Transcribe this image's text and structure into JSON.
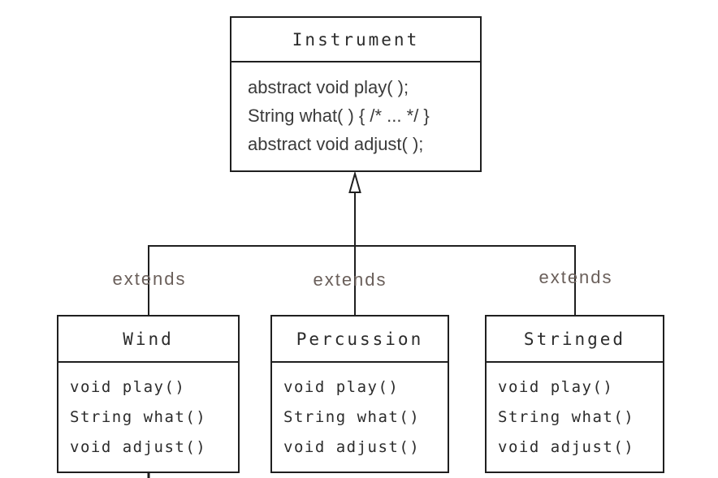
{
  "parent_class": {
    "name": "Instrument",
    "methods": [
      "abstract void play( );",
      "String what( ) { /* ... */ }",
      "abstract void adjust( );"
    ]
  },
  "inheritance_label": "extends",
  "child_classes": [
    {
      "name": "Wind",
      "methods": [
        "void play()",
        "String what()",
        "void adjust()"
      ]
    },
    {
      "name": "Percussion",
      "methods": [
        "void play()",
        "String what()",
        "void adjust()"
      ]
    },
    {
      "name": "Stringed",
      "methods": [
        "void play()",
        "String what()",
        "void adjust()"
      ]
    }
  ],
  "colors": {
    "line": "#1f1f1f",
    "title_text": "#2b2b2b",
    "body_text": "#3b3b3b",
    "extends_text": "#6a5f5a",
    "background": "#ffffff"
  }
}
